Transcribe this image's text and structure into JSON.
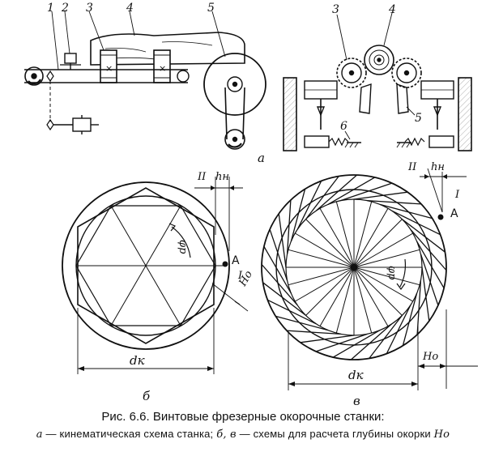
{
  "figure": {
    "part_labels": {
      "a": "а",
      "b": "б",
      "v": "в"
    },
    "machine_callouts": [
      "1",
      "2",
      "3",
      "4",
      "5"
    ],
    "cross_section_callouts": [
      "3",
      "4",
      "5",
      "6"
    ],
    "diagram_b": {
      "label_II": "II",
      "label_hn": "hн",
      "label_phi": "φр",
      "label_A": "А",
      "label_I": "I",
      "label_H0": "Hо",
      "label_dk": "dк"
    },
    "diagram_v": {
      "label_II": "II",
      "label_hn": "hн",
      "label_I": "I",
      "label_A": "А",
      "label_phi": "φр",
      "label_H0": "Hо",
      "label_dk": "dк"
    }
  },
  "caption": {
    "title": "Рис. 6.6. Винтовые фрезерные окорочные станки:",
    "a_key": "а",
    "a_text": " — кинематическая схема станка; ",
    "bv_key": "б, в",
    "bv_text": " — схемы для расчета глубины окорки ",
    "h0": "Hо"
  }
}
